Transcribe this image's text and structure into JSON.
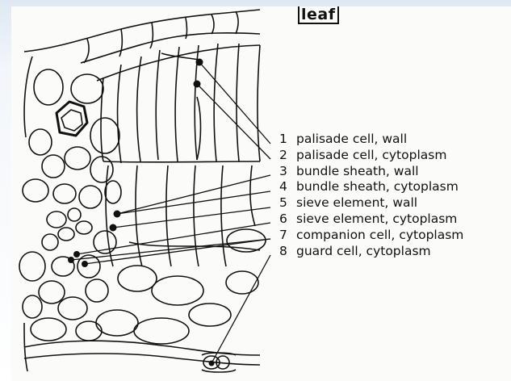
{
  "title": "leaf",
  "labels": [
    {
      "number": "1",
      "text": "palisade cell, wall"
    },
    {
      "number": "2",
      "text": "palisade cell, cytoplasm"
    },
    {
      "number": "3",
      "text": "bundle sheath, wall"
    },
    {
      "number": "4",
      "text": "bundle sheath, cytoplasm"
    },
    {
      "number": "5",
      "text": "sieve element, wall"
    },
    {
      "number": "6",
      "text": "sieve element, cytoplasm"
    },
    {
      "number": "7",
      "text": "companion cell, cytoplasm"
    },
    {
      "number": "8",
      "text": "guard cell, cytoplasm"
    }
  ],
  "colors": {
    "ink": "#111111",
    "paper": "#fbfbf9",
    "frame": "#e8eef6"
  }
}
